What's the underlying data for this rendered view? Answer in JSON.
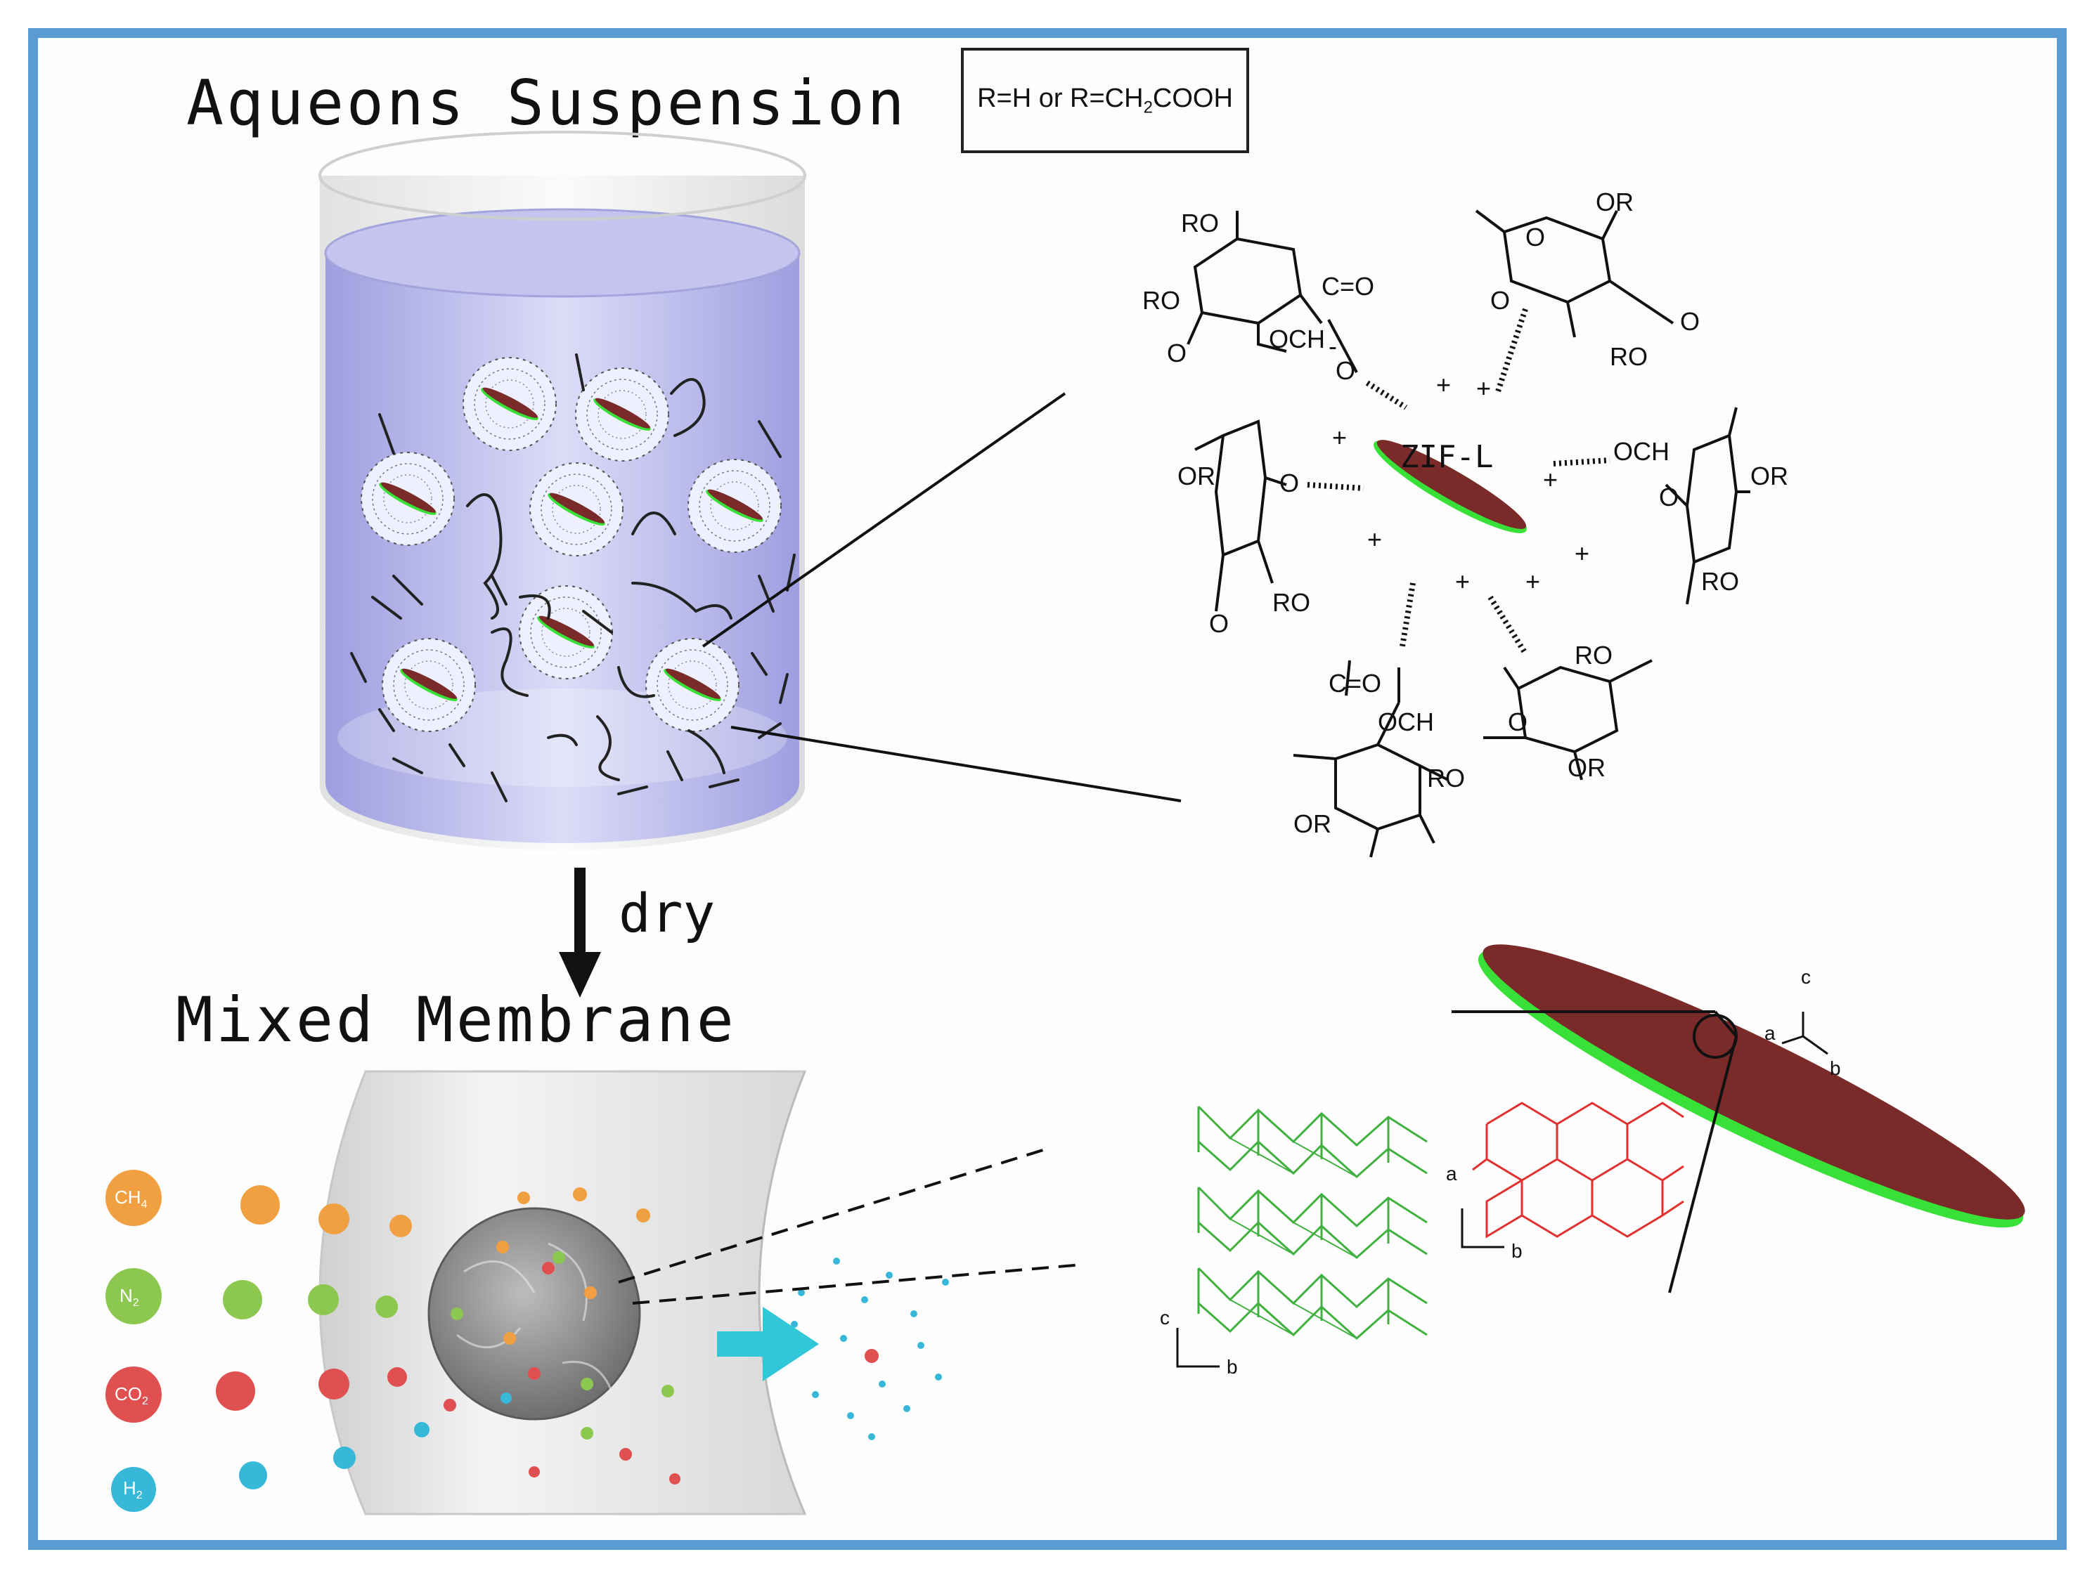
{
  "titles": {
    "top": "Aqueons Suspension",
    "bottom": "Mixed Membrane",
    "arrow": "dry"
  },
  "legend_box": {
    "prefix": "R=H or R=CH",
    "sub": "2",
    "suffix": "COOH"
  },
  "molecule": {
    "center": "ZIF-L",
    "ro": "RO",
    "or": "OR",
    "o": "O",
    "och2": "OCH",
    "c_eq_o": "C=O",
    "minus": "-",
    "plus": "+"
  },
  "gases": [
    {
      "name": "CH",
      "sub": "4",
      "color": "#f0a040"
    },
    {
      "name": "N",
      "sub": "2",
      "color": "#8cc850"
    },
    {
      "name": "CO",
      "sub": "2",
      "color": "#e05050"
    },
    {
      "name": "H",
      "sub": "2",
      "color": "#38b8d8"
    }
  ],
  "crystal_axes": {
    "green": {
      "vertical": "c",
      "horizontal": "b"
    },
    "red": {
      "vertical": "a",
      "horizontal": "b"
    },
    "disk": {
      "c": "c",
      "a": "a",
      "b": "b"
    }
  },
  "colors": {
    "frame": "#5b9bd5",
    "zif_body": "#7a2a28",
    "zif_edge": "#38e038",
    "suspension": "#b8b8ea",
    "arrow_cyan": "#30c8d8",
    "red_lattice": "#e03030",
    "green_lattice": "#40b040"
  }
}
